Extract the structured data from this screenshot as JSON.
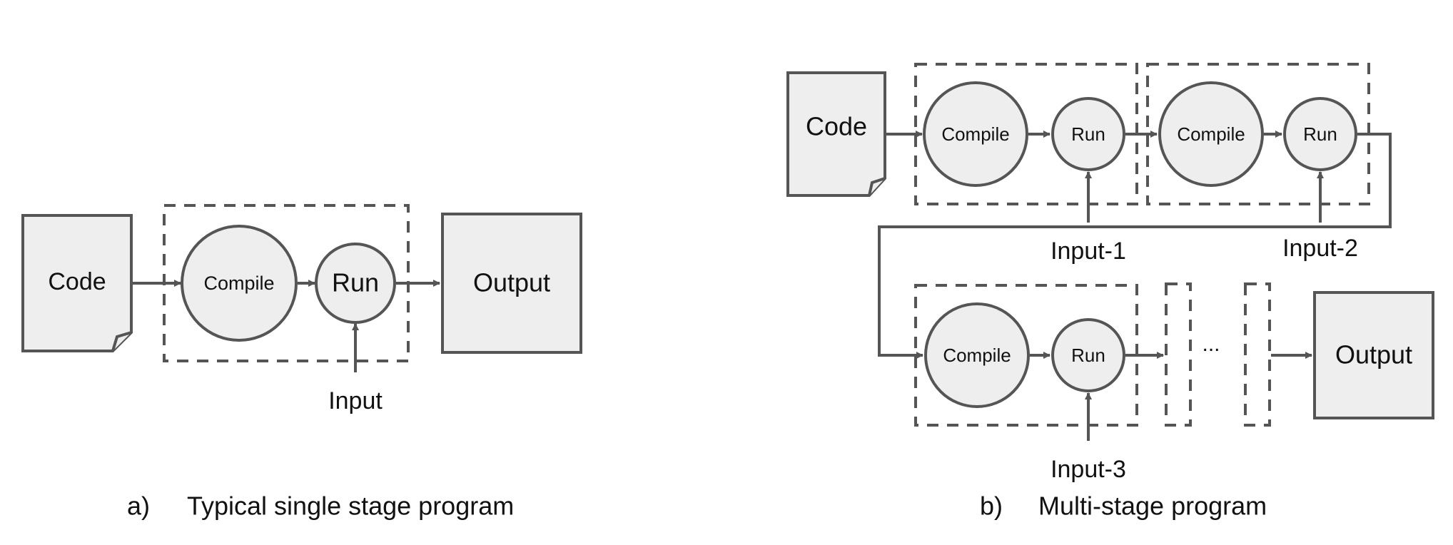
{
  "panel_a": {
    "code": "Code",
    "compile": "Compile",
    "run": "Run",
    "output": "Output",
    "input": "Input",
    "caption_label": "a)",
    "caption_text": "Typical single stage program"
  },
  "panel_b": {
    "code": "Code",
    "stage1": {
      "compile": "Compile",
      "run": "Run",
      "input": "Input-1"
    },
    "stage2": {
      "compile": "Compile",
      "run": "Run",
      "input": "Input-2"
    },
    "stage3": {
      "compile": "Compile",
      "run": "Run",
      "input": "Input-3"
    },
    "ellipsis": "...",
    "output": "Output",
    "caption_label": "b)",
    "caption_text": "Multi-stage program"
  }
}
